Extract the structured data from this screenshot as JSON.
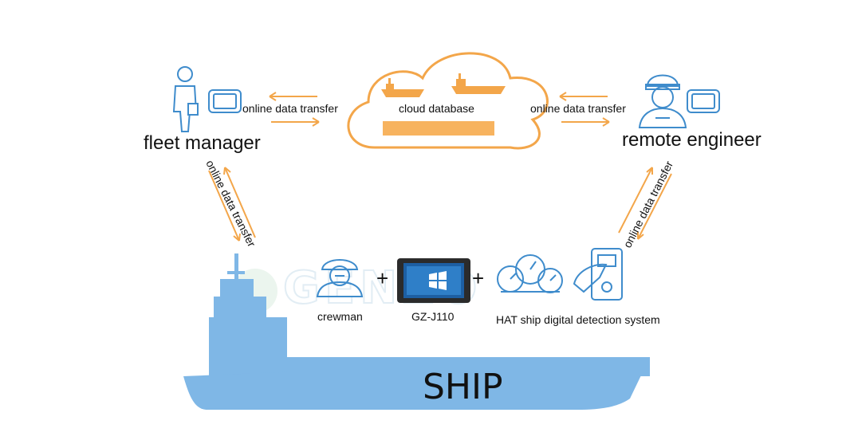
{
  "labels": {
    "fleet_manager": "fleet manager",
    "remote_engineer": "remote engineer",
    "cloud_database": "cloud database",
    "transfer_left": "online data transfer",
    "transfer_right": "online data transfer",
    "transfer_diag_left": "online data transfer",
    "transfer_diag_right": "online data transfer",
    "crewman": "crewman",
    "device": "GZ-J110",
    "system": "HAT ship digital detection system",
    "ship": "SHIP",
    "plus_1": "+",
    "plus_2": "+",
    "watermark": "GENZO"
  },
  "colors": {
    "orange": "#f3a64a",
    "orange_light": "#f7c58c",
    "blue": "#7fb7e6",
    "blue_dark": "#5d9bd1",
    "icon_blue": "#3f8ccc"
  }
}
